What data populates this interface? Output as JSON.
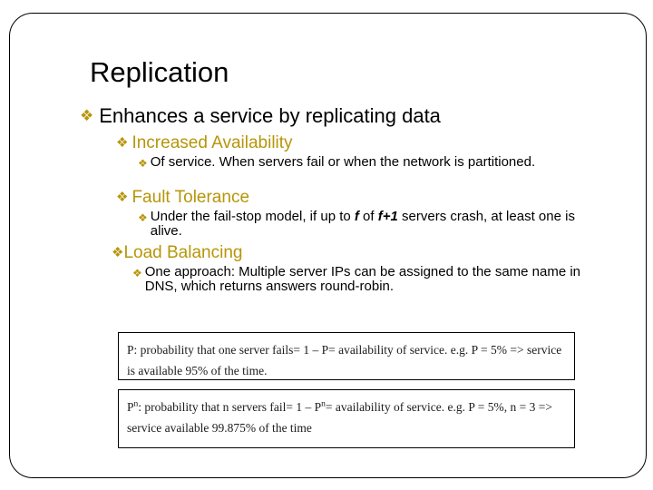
{
  "slide": {
    "title": "Replication",
    "bullet_glyph": "❖",
    "accent_color": "#B79509",
    "text_color": "#000000",
    "background_color": "#FFFFFF",
    "border_color": "#000000"
  },
  "outline": {
    "level1": {
      "text": "Enhances a service by replicating data"
    },
    "items": [
      {
        "heading": "Increased Availability",
        "detail_prefix": " Of service. When servers fail or when the network is partitioned.",
        "detail_mid": "",
        "detail_suffix": ""
      },
      {
        "heading": "Fault Tolerance",
        "detail_prefix": " Under the fail-stop model, if up to ",
        "detail_italic_1": "f",
        "detail_mid": " of ",
        "detail_italic_2": "f+1",
        "detail_suffix": " servers crash, at least one is alive."
      },
      {
        "heading": "Load Balancing",
        "detail_prefix": " One approach: Multiple server IPs can be assigned to the same name in DNS, which returns answers round-robin.",
        "detail_mid": "",
        "detail_suffix": ""
      }
    ]
  },
  "formula_boxes": [
    {
      "id": "single-server-probability",
      "base": "P",
      "exponent": "",
      "body": ": probability that one server fails= 1 – P= availability of service. e.g. P = 5% => service is available 95% of the time."
    },
    {
      "id": "n-server-probability",
      "base": "P",
      "exponent": "n",
      "body_part1": ": probability that n servers fail= 1 – P",
      "exponent2": "n",
      "body_part2": "= availability of service. e.g. P = 5%, n = 3 => service available 99.875% of the time"
    }
  ]
}
